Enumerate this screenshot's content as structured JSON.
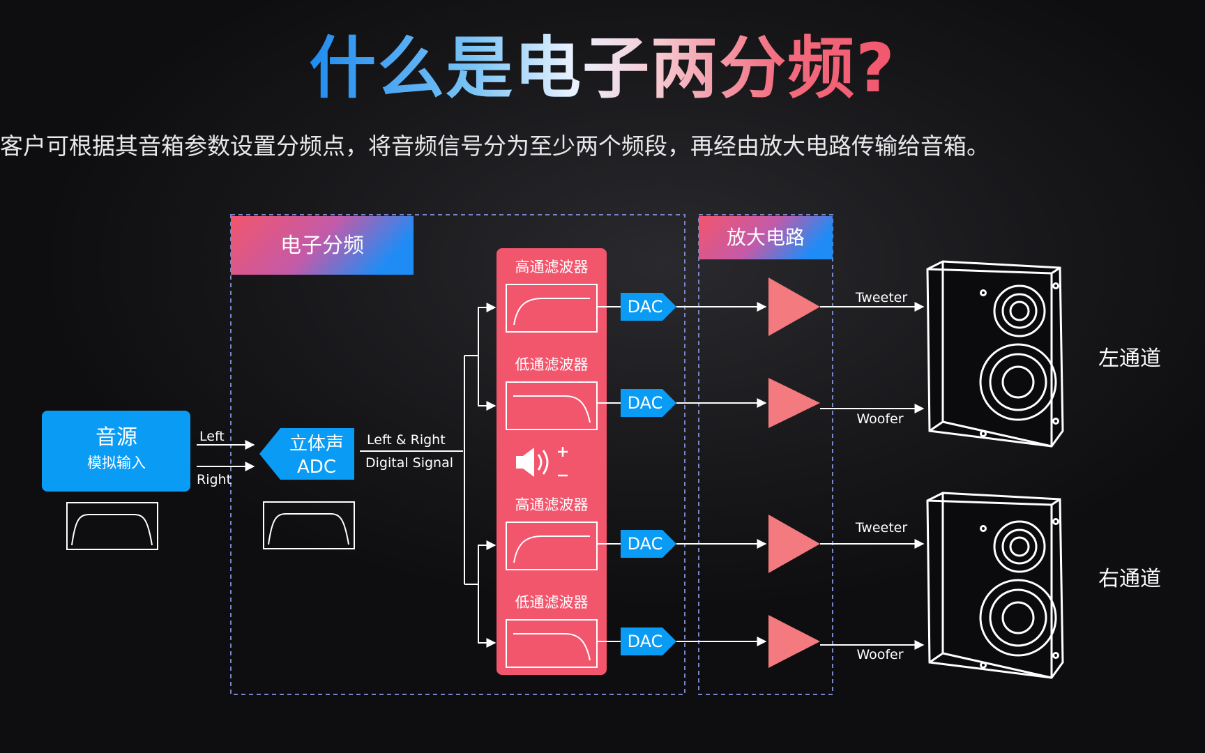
{
  "title": "什么是电子两分频?",
  "subtitle": "客户可根据其音箱参数设置分频点，将音频信号分为至少两个频段，再经由放大电路传输给音箱。",
  "diagram": {
    "crossover_section": "电子分频",
    "amp_section": "放大电路",
    "source": {
      "title": "音源",
      "subtitle": "模拟输入"
    },
    "left_label": "Left",
    "right_label": "Right",
    "adc": {
      "line1": "立体声",
      "line2": "ADC"
    },
    "signal_label_1": "Left & Right",
    "signal_label_2": "Digital Signal",
    "filters": [
      "高通滤波器",
      "低通滤波器",
      "高通滤波器",
      "低通滤波器"
    ],
    "dac_label": "DAC",
    "volume_icon": "volume-up-icon",
    "tweeter_label": "Tweeter",
    "woofer_label": "Woofer",
    "left_channel": "左通道",
    "right_channel": "右通道"
  },
  "colors": {
    "blue": "#0a9bf5",
    "red": "#f2566d",
    "amp": "#f37a7e",
    "dashed": "#7b86c9"
  }
}
